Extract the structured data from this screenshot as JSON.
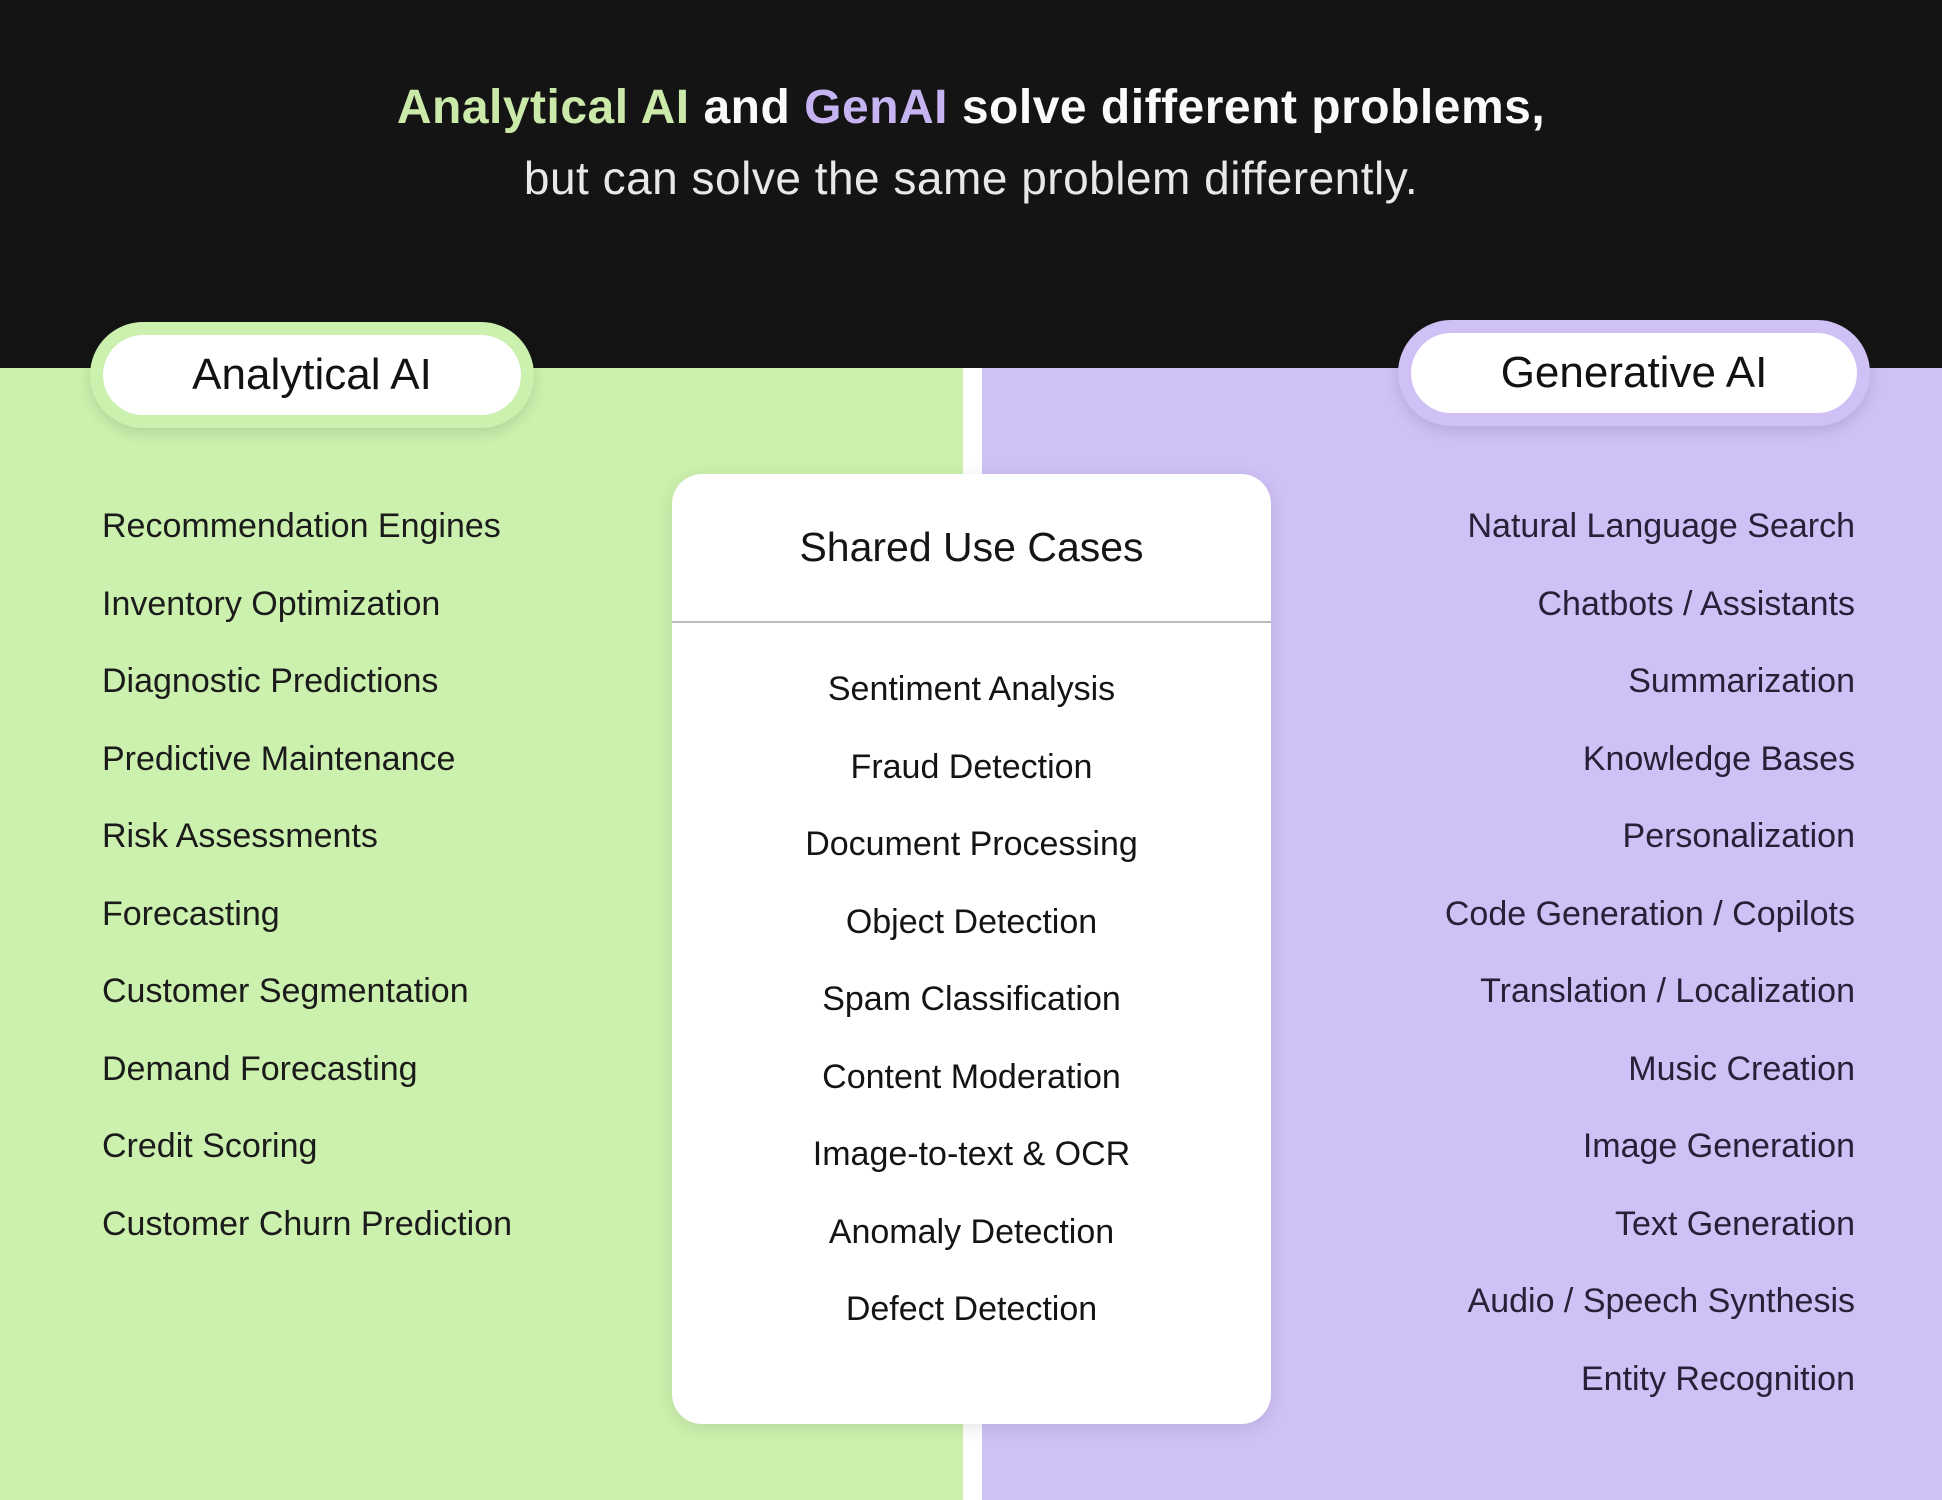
{
  "header": {
    "title_parts": [
      {
        "text": "Analytical AI",
        "color": "#cbe9a8"
      },
      {
        "text": " and ",
        "color": "#fafafa"
      },
      {
        "text": "GenAI",
        "color": "#c6b3f2"
      },
      {
        "text": " solve different problems,",
        "color": "#fafafa"
      }
    ],
    "subtitle": "but can solve the same problem differently."
  },
  "analytical": {
    "label": "Analytical AI",
    "items": [
      "Recommendation Engines",
      "Inventory Optimization",
      "Diagnostic Predictions",
      "Predictive Maintenance",
      "Risk Assessments",
      "Forecasting",
      "Customer Segmentation",
      "Demand Forecasting",
      "Credit Scoring",
      "Customer Churn Prediction"
    ]
  },
  "shared": {
    "title": "Shared Use Cases",
    "items": [
      "Sentiment Analysis",
      "Fraud Detection",
      "Document Processing",
      "Object Detection",
      "Spam Classification",
      "Content Moderation",
      "Image-to-text & OCR",
      "Anomaly Detection",
      "Defect Detection"
    ]
  },
  "generative": {
    "label": "Generative AI",
    "items": [
      "Natural Language Search",
      "Chatbots / Assistants",
      "Summarization",
      "Knowledge Bases",
      "Personalization",
      "Code Generation / Copilots",
      "Translation / Localization",
      "Music Creation",
      "Image Generation",
      "Text Generation",
      "Audio / Speech Synthesis",
      "Entity Recognition"
    ]
  },
  "colors": {
    "header_bg": "#141414",
    "panel_green": "#ccf0ad",
    "panel_purple": "#cfc0f6",
    "accent_green_text": "#cbe9a8",
    "accent_purple_text": "#c6b3f2"
  }
}
